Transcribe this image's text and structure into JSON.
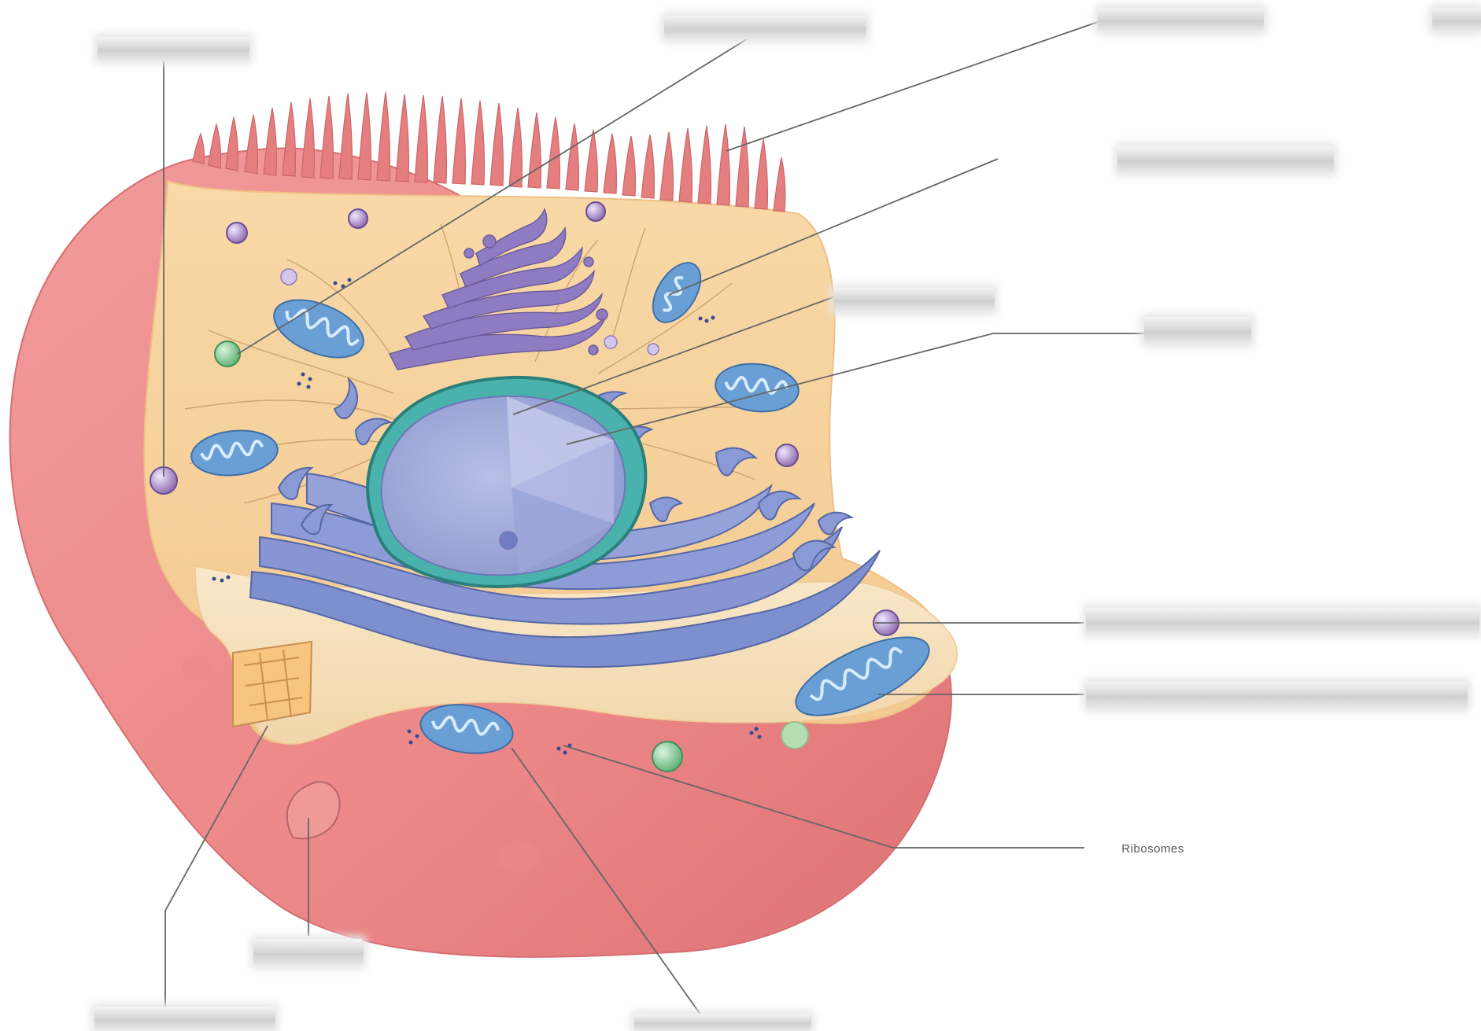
{
  "diagram": {
    "labels": [
      {
        "id": "label-top-left",
        "text": ""
      },
      {
        "id": "label-top-center",
        "text": ""
      },
      {
        "id": "label-top-right",
        "text": ""
      },
      {
        "id": "label-corner-right",
        "text": ""
      },
      {
        "id": "label-mitochondrion",
        "text": ""
      },
      {
        "id": "label-centrosome",
        "text": ""
      },
      {
        "id": "label-nuclear-envelope",
        "text": ""
      },
      {
        "id": "label-rough-er",
        "text": ""
      },
      {
        "id": "label-smooth-er",
        "text": ""
      },
      {
        "id": "label-ribosomes",
        "text": "Ribosomes"
      },
      {
        "id": "label-bottom-left",
        "text": ""
      },
      {
        "id": "label-vesicle",
        "text": ""
      },
      {
        "id": "label-bottom-center",
        "text": ""
      }
    ],
    "colors": {
      "membrane": "#ec8f8f",
      "membrane_dark": "#d46e74",
      "cytoplasm": "#f8d8a5",
      "cytoplasm_edge": "#f2c48c",
      "microvilli": "#e57f7f",
      "golgi": "#8e7bbd",
      "er": "#7f8fcb",
      "nucleus": "#a7addc",
      "nuclear_envelope": "#4bb7b1",
      "mitochondrion": "#5f92c8",
      "vesicle_green": "#79c98f",
      "vesicle_purple": "#a987c9",
      "leader_line": "#606060"
    }
  }
}
